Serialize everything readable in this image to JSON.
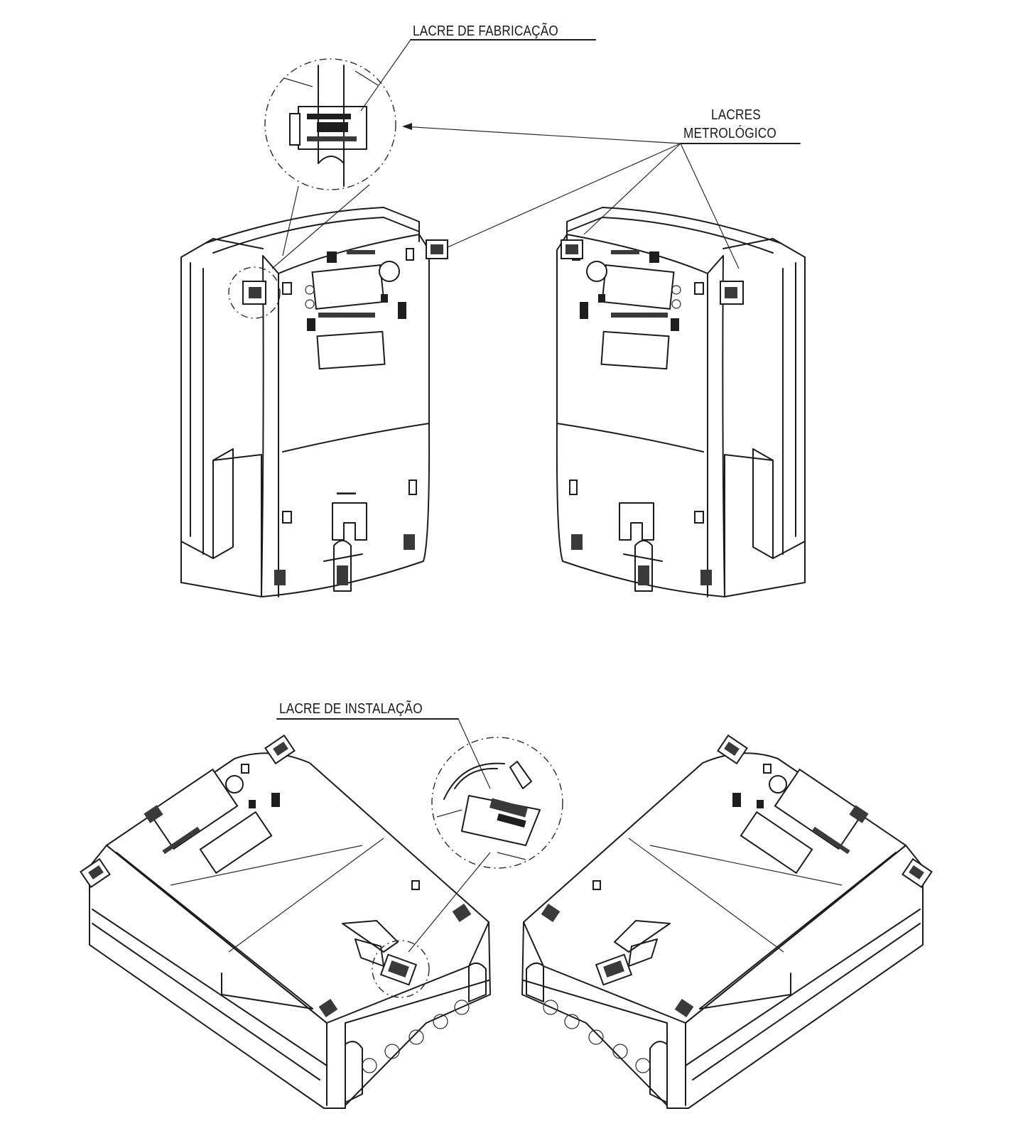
{
  "labels": {
    "fabricacao": "LACRE DE FABRICAÇÃO",
    "metrologico_line1": "LACRES",
    "metrologico_line2": "METROLÓGICO",
    "instalacao": "LACRE DE INSTALAÇÃO"
  },
  "colors": {
    "line": "#1c1c1c",
    "background": "#ffffff"
  }
}
